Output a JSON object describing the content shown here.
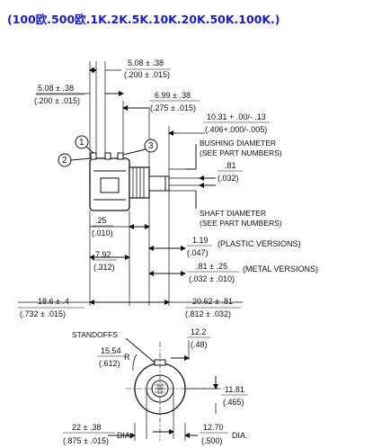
{
  "header": {
    "text": "(100欧.500欧.1K.2K.5K.10K.20K.50K.100K.)",
    "color": "#1a1acc"
  },
  "side_view": {
    "dim_top_a": {
      "mm": "5.08 ± .38",
      "in": "(.200 ± .015)"
    },
    "dim_top_b": {
      "mm": "5.08 ± .38",
      "in": "(.200 ± .015)"
    },
    "dim_top_c": {
      "mm": "6.99 ± .38",
      "in": "(.275 ± .015)"
    },
    "dim_shaft_len": {
      "mm": "10.31 + .00/- .13",
      "in": "(.406+.000/-.005)"
    },
    "bushing_label": [
      "BUSHING DIAMETER",
      "(SEE PART NUMBERS)"
    ],
    "dim_bushing_thk": {
      "mm": ".81",
      "in": "(.032)"
    },
    "shaft_label": [
      "SHAFT DIAMETER",
      "(SEE PART NUMBERS)"
    ],
    "dim_pin": {
      "mm": ".25",
      "in": "(.010)"
    },
    "dim_plastic": {
      "mm": "1.19",
      "in": "(.047)",
      "note": "(PLASTIC VERSIONS)"
    },
    "dim_body": {
      "mm": "7.92",
      "in": "(.312)"
    },
    "dim_metal": {
      "mm": ".81 ± .25",
      "in": "(.032 ± .010)",
      "note": "(METAL VERSIONS)"
    },
    "dim_overall_left": {
      "mm": "18.6 ± .4",
      "in": "(.732 ± .015)"
    },
    "dim_overall_right": {
      "mm": "20.62 ± .81",
      "in": "(.812 ± .032)"
    },
    "terminals": [
      "1",
      "2",
      "3"
    ]
  },
  "front_view": {
    "standoffs_label": "STANDOFFS",
    "dim_radius": {
      "mm": "15.54",
      "in": "(.612)",
      "suffix": "R"
    },
    "dim_width": {
      "mm": "12.2",
      "in": "(.48)"
    },
    "dim_height": {
      "mm": "11.81",
      "in": "(.465)"
    },
    "dim_dia_body": {
      "mm": "22 ± .38",
      "in": "(.875 ± .015)",
      "suffix": "DIA."
    },
    "dim_dia_bush": {
      "mm": "12.70",
      "in": "(.500)",
      "suffix": "DIA."
    }
  }
}
